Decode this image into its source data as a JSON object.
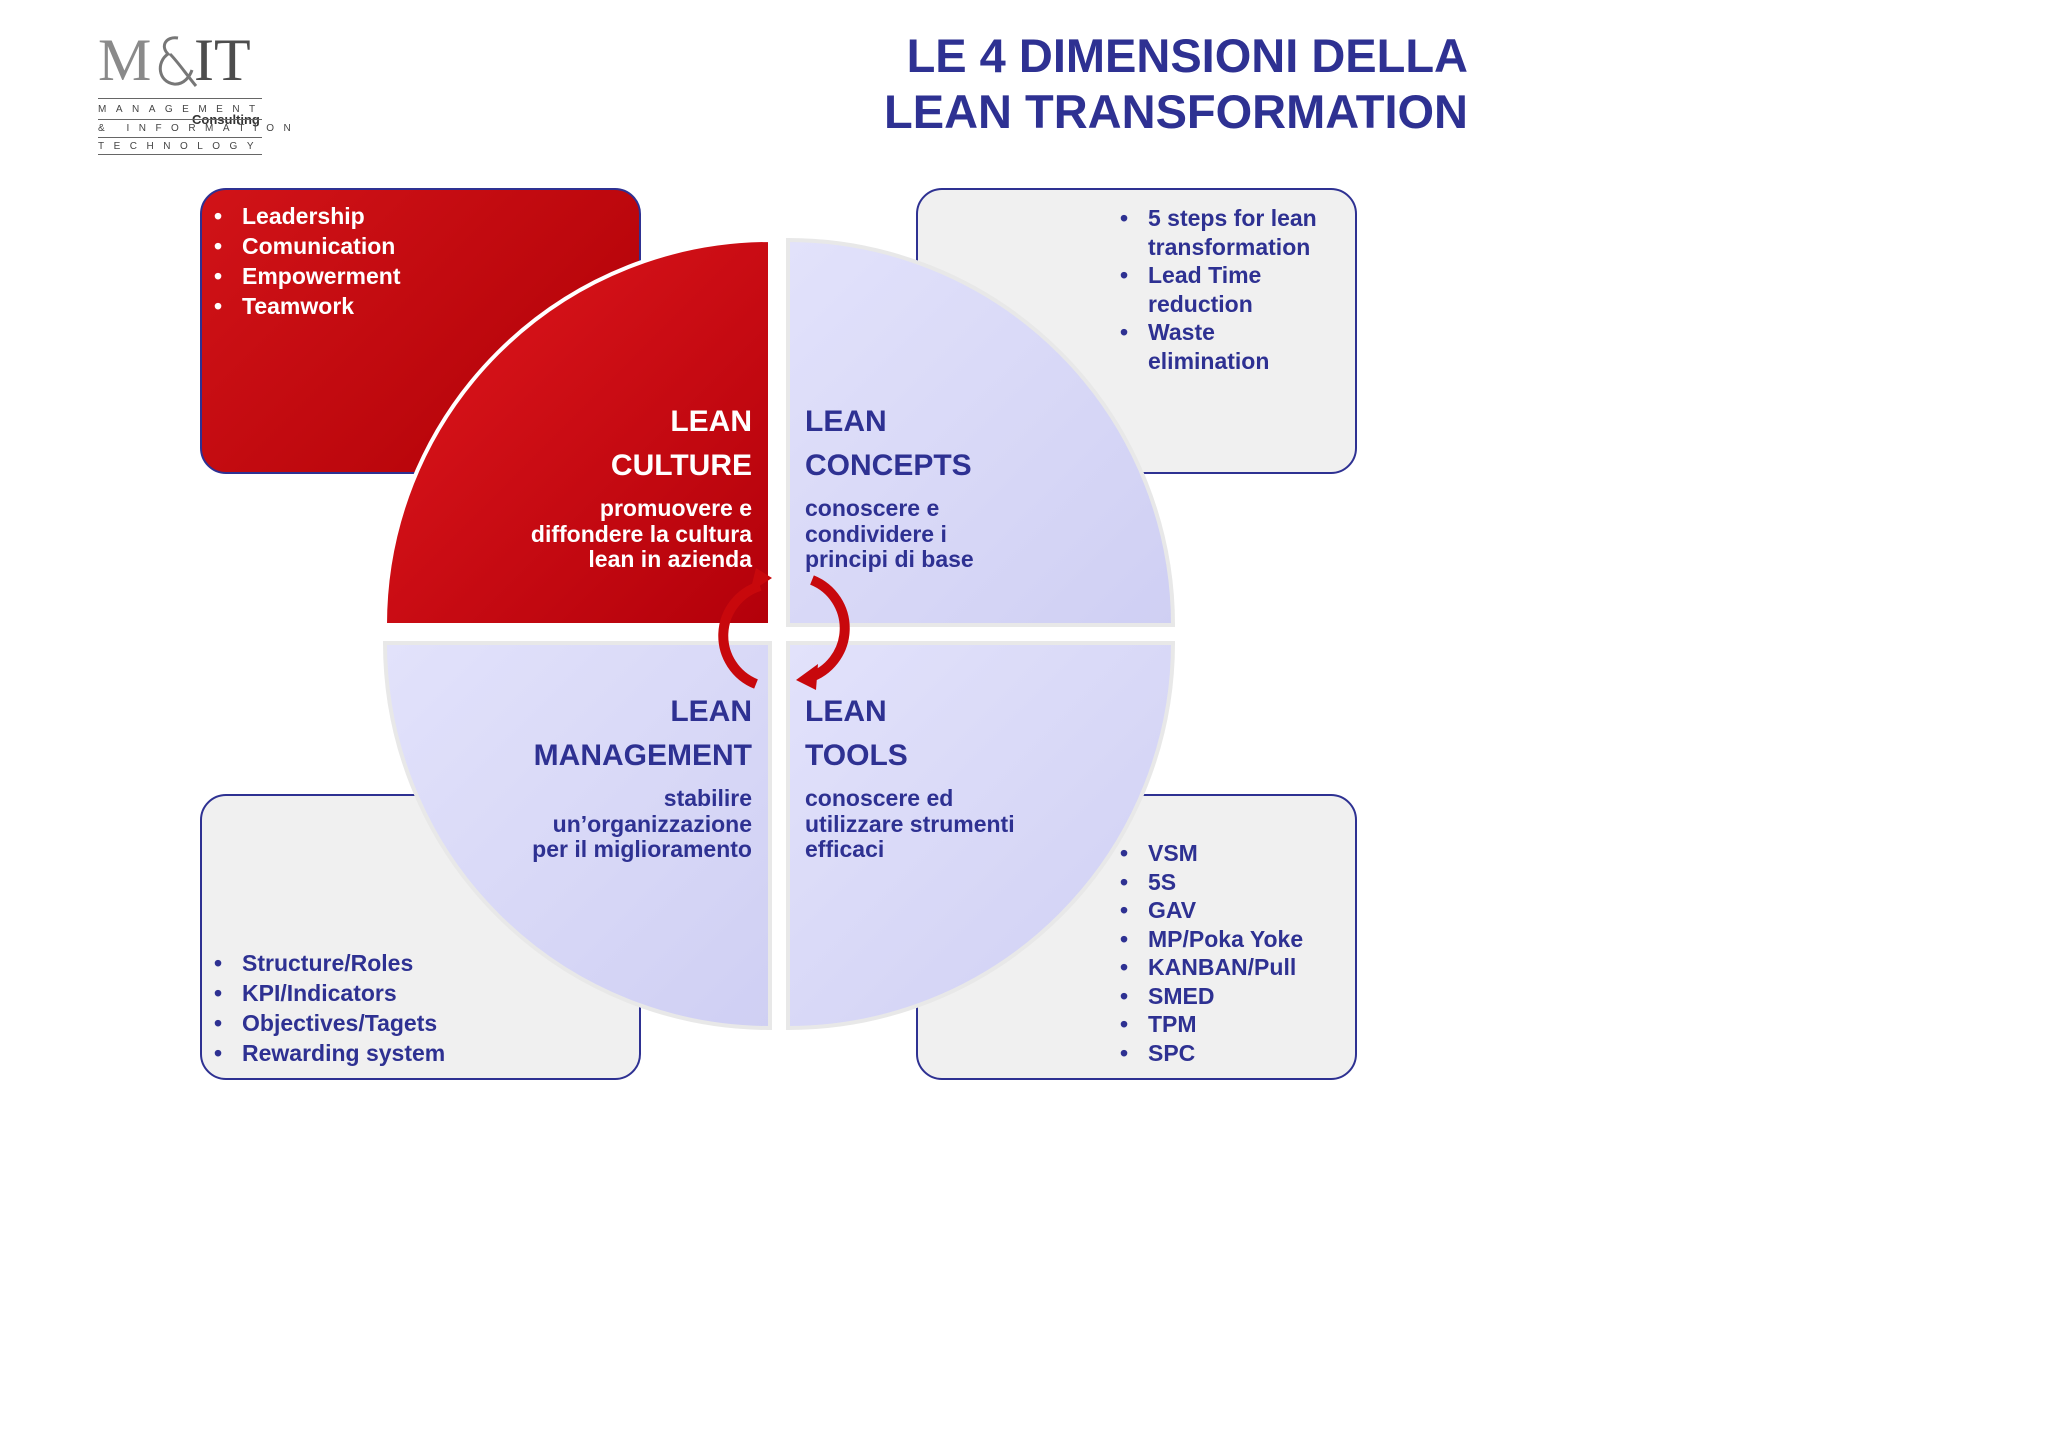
{
  "logo": {
    "mark": "M&IT",
    "mark_left": "M",
    "mark_right": "IT",
    "consulting": "Consulting",
    "line1": "MANAGEMENT",
    "line2": "& INFORMATION",
    "line3": "TECHNOLOGY"
  },
  "title": {
    "line1": "LE 4 DIMENSIONI DELLA",
    "line2": "LEAN TRANSFORMATION"
  },
  "colors": {
    "accent_blue": "#2e3192",
    "culture_red": "#c8080c",
    "quadrant_lavender": "#d8d8f8",
    "box_grey": "#f0f0f0"
  },
  "quadrants": {
    "culture": {
      "heading1": "LEAN",
      "heading2": "CULTURE",
      "desc1": "promuovere e",
      "desc2": "diffondere la cultura",
      "desc3": "lean in azienda",
      "items": [
        "Leadership",
        "Comunication",
        "Empowerment",
        "Teamwork"
      ]
    },
    "concepts": {
      "heading1": "LEAN",
      "heading2": "CONCEPTS",
      "desc1": "conoscere e",
      "desc2": "condividere i",
      "desc3": "principi di base",
      "items": [
        "5 steps for lean transformation",
        "Lead Time reduction",
        "Waste elimination"
      ]
    },
    "management": {
      "heading1": "LEAN",
      "heading2": "MANAGEMENT",
      "desc1": "stabilire",
      "desc2": "un’organizzazione",
      "desc3": "per il miglioramento",
      "items": [
        "Structure/Roles",
        "KPI/Indicators",
        "Objectives/Tagets",
        "Rewarding system"
      ]
    },
    "tools": {
      "heading1": "LEAN",
      "heading2": "TOOLS",
      "desc1": "conoscere ed",
      "desc2": "utilizzare strumenti",
      "desc3": "efficaci",
      "items": [
        "VSM",
        "5S",
        "GAV",
        "MP/Poka Yoke",
        "KANBAN/Pull",
        "SMED",
        "TPM",
        "SPC"
      ]
    }
  }
}
